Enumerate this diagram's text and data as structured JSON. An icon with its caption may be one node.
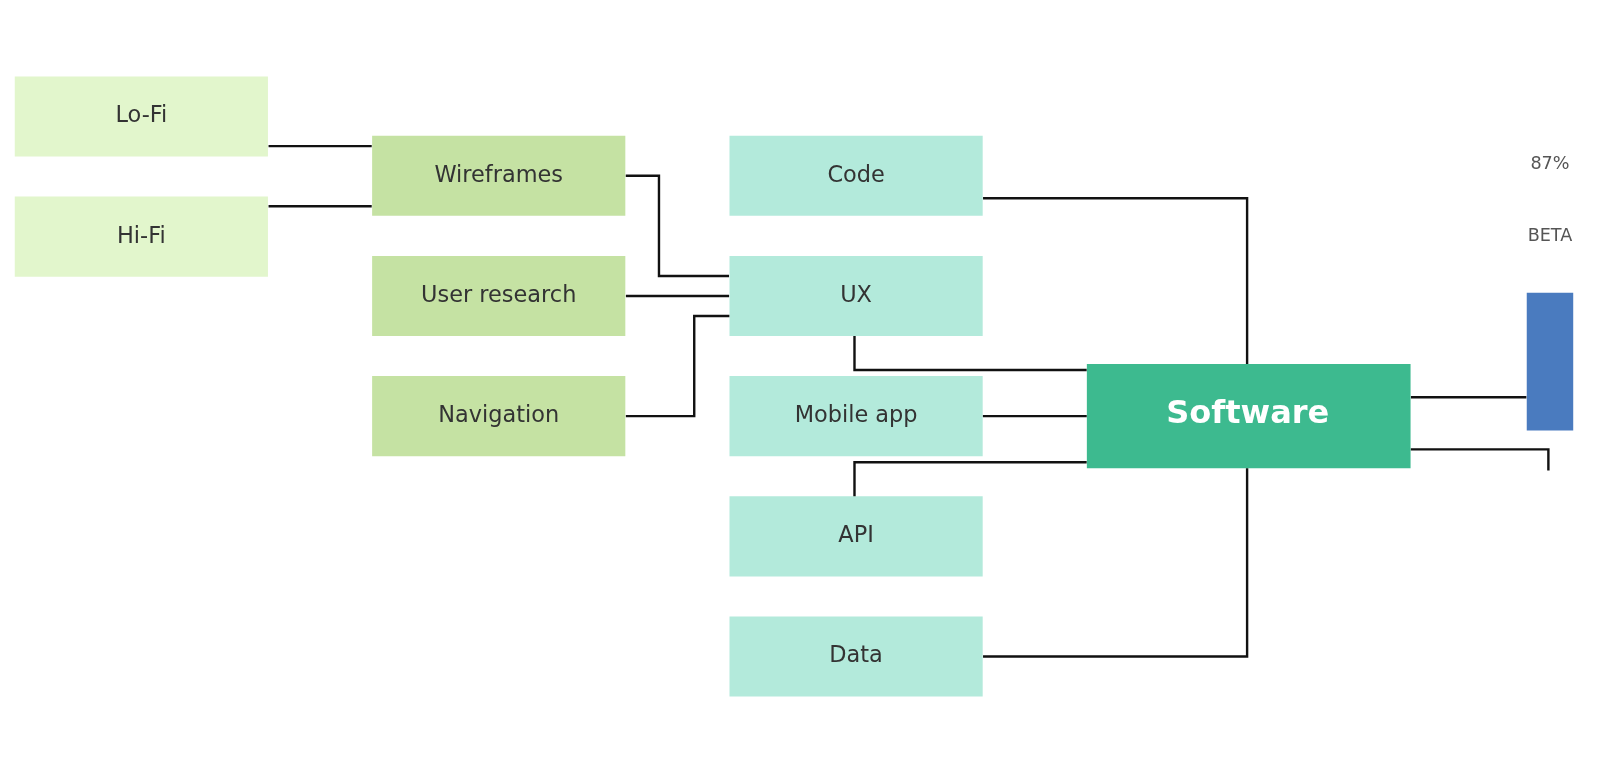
{
  "diagram": {
    "nodes": [
      {
        "text": [
          "Software"
        ]
      },
      {
        "text": [
          "Code"
        ]
      },
      {
        "text": [
          "UX"
        ]
      },
      {
        "text": [
          "Mobile app"
        ]
      },
      {
        "text": [
          "API"
        ]
      },
      {
        "text": [
          "Data"
        ]
      },
      {
        "text": [
          "Wireframes"
        ]
      },
      {
        "text": [
          "User research"
        ]
      },
      {
        "text": [
          "Navigation"
        ]
      },
      {
        "text": [
          "Lo-Fi"
        ]
      },
      {
        "text": [
          "Hi-Fi"
        ]
      },
      {
        "text": [],
        "shape": "box"
      }
    ],
    "edges": [
      {
        "from": 0,
        "to": null,
        "arrow": "none"
      },
      {
        "from": 0,
        "to": 11,
        "arrow": "none"
      },
      {
        "from": 0,
        "to": 1,
        "arrow": "none"
      },
      {
        "from": 0,
        "to": 2,
        "arrow": "none"
      },
      {
        "from": 0,
        "to": 3,
        "arrow": "none"
      },
      {
        "from": 0,
        "to": 4,
        "arrow": "none"
      },
      {
        "from": 0,
        "to": 5,
        "arrow": "none"
      },
      {
        "from": 2,
        "to": 6,
        "arrow": "none"
      },
      {
        "from": 2,
        "to": 7,
        "arrow": "none"
      },
      {
        "from": 2,
        "to": 8,
        "arrow": "none"
      },
      {
        "from": 6,
        "to": 9,
        "arrow": "none"
      },
      {
        "from": 6,
        "to": 10,
        "arrow": "none"
      }
    ],
    "labels": [
      "BETA",
      "87%"
    ]
  }
}
